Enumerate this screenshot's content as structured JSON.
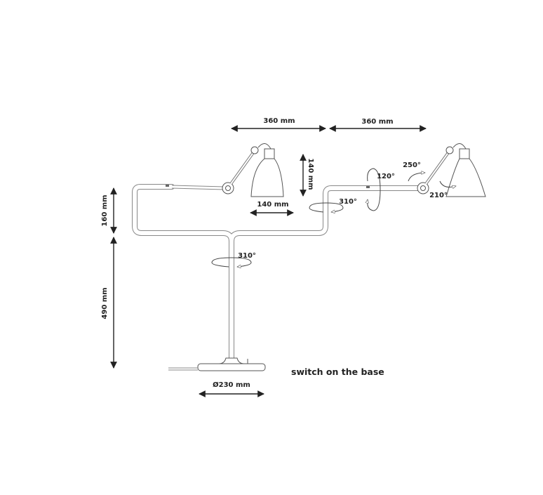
{
  "dimensions": {
    "arm_reach_left": "360 mm",
    "arm_reach_right": "360 mm",
    "shade_height": "140 mm",
    "shade_width": "140 mm",
    "upper_height": "160 mm",
    "lower_height": "490 mm",
    "base_diameter": "Ø230 mm"
  },
  "rotations": {
    "right_arm_swivel": "310°",
    "right_arm_tilt": "120°",
    "head_upper": "250°",
    "head_lower": "210°",
    "stem_swivel": "310°"
  },
  "note": "switch on the base"
}
